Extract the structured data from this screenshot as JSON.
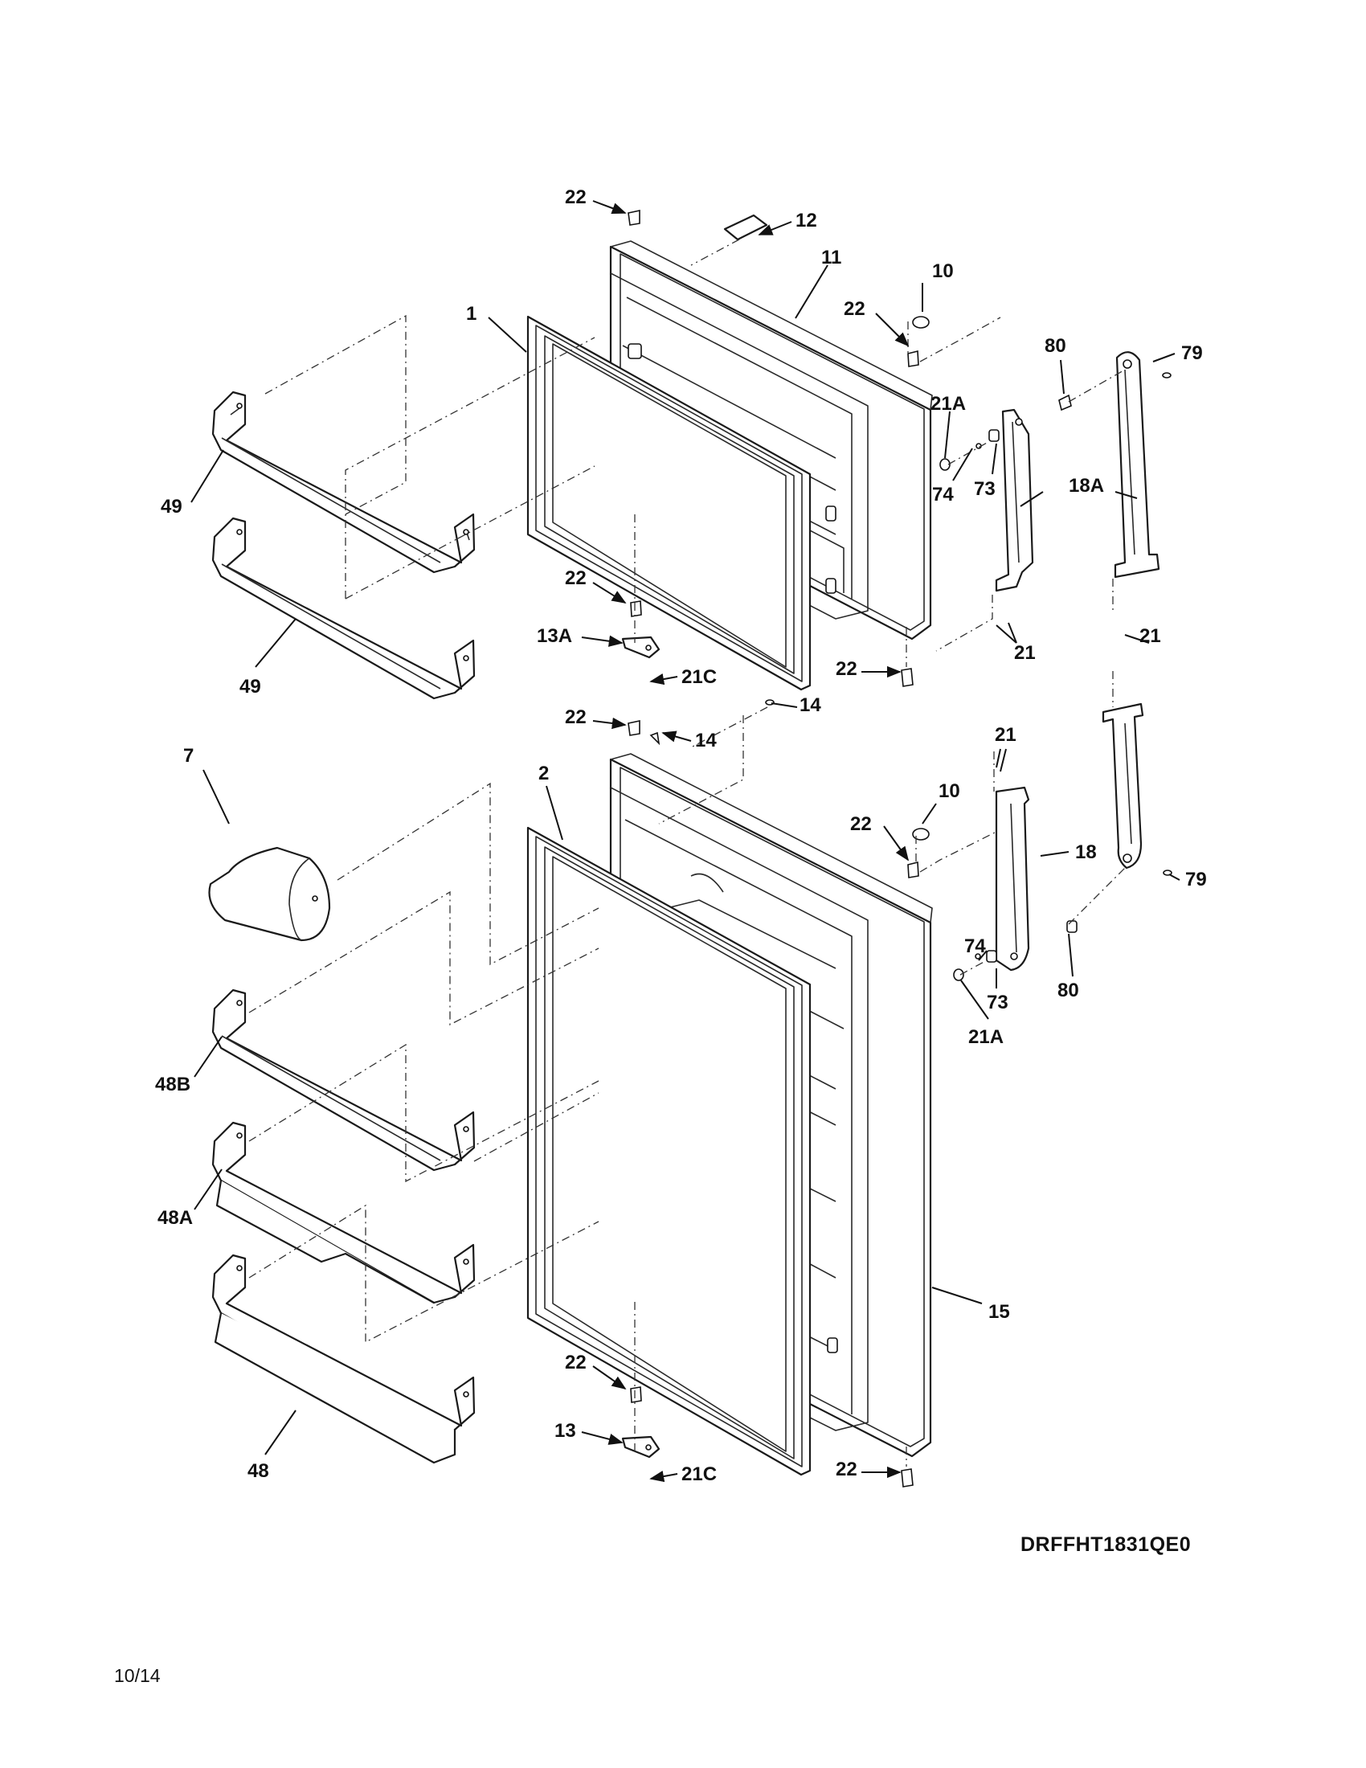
{
  "diagram_code": "DRFFHT1831QE0",
  "page_date": "10/14",
  "callouts": [
    "22",
    "12",
    "11",
    "10",
    "22",
    "1",
    "80",
    "79",
    "21A",
    "74",
    "73",
    "18A",
    "49",
    "49",
    "22",
    "13A",
    "21C",
    "22",
    "21",
    "21",
    "14",
    "22",
    "14",
    "7",
    "2",
    "21",
    "10",
    "22",
    "18",
    "79",
    "74",
    "80",
    "73",
    "21A",
    "48B",
    "48A",
    "15",
    "48",
    "22",
    "13",
    "21C",
    "22"
  ]
}
